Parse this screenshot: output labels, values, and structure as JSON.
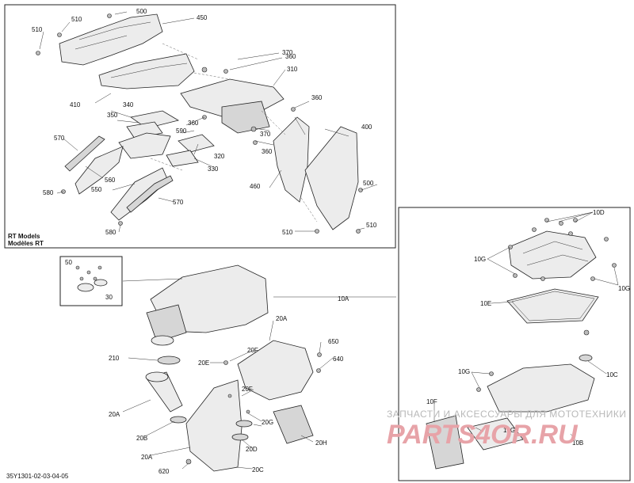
{
  "box_caption": {
    "line1": "RT Models",
    "line2": "Modèles RT"
  },
  "drawing_number": "35Y1301-02-03-04-05",
  "watermark": {
    "line1": "ЗАПЧАСТИ И АКСЕССУАРЫ ДЛЯ МОТОТЕХНИКИ",
    "line2": "PARTS4OR.RU"
  },
  "callouts": {
    "c500a": "500",
    "c510a": "510",
    "c510b": "510",
    "c450": "450",
    "c370a": "370",
    "c360a": "360",
    "c310": "310",
    "c410": "410",
    "c360b": "360",
    "c340": "340",
    "c350": "350",
    "c360c": "360",
    "c590": "590",
    "c370b": "370",
    "c400": "400",
    "c570a": "570",
    "c360d": "360",
    "c320": "320",
    "c560": "560",
    "c330": "330",
    "c460": "460",
    "c500b": "500",
    "c580a": "580",
    "c550": "550",
    "c570b": "570",
    "c510c": "510",
    "c510d": "510",
    "c580b": "580",
    "c50": "50",
    "c30": "30",
    "c10A": "10A",
    "c20A_top": "20A",
    "c650": "650",
    "c210": "210",
    "c20F_a": "20F",
    "c20E": "20E",
    "c640": "640",
    "c20F_b": "20F",
    "c20A_left": "20A",
    "c20G": "20G",
    "c20B": "20B",
    "c20H": "20H",
    "c20D": "20D",
    "c20A_bot": "20A",
    "c620": "620",
    "c20C": "20C",
    "c10D": "10D",
    "c10G_a": "10G",
    "c10G_b": "10G",
    "c10E": "10E",
    "c10C": "10C",
    "c10G_c": "10G",
    "c10F": "10F",
    "c10G_d": "10G",
    "c10B": "10B"
  }
}
